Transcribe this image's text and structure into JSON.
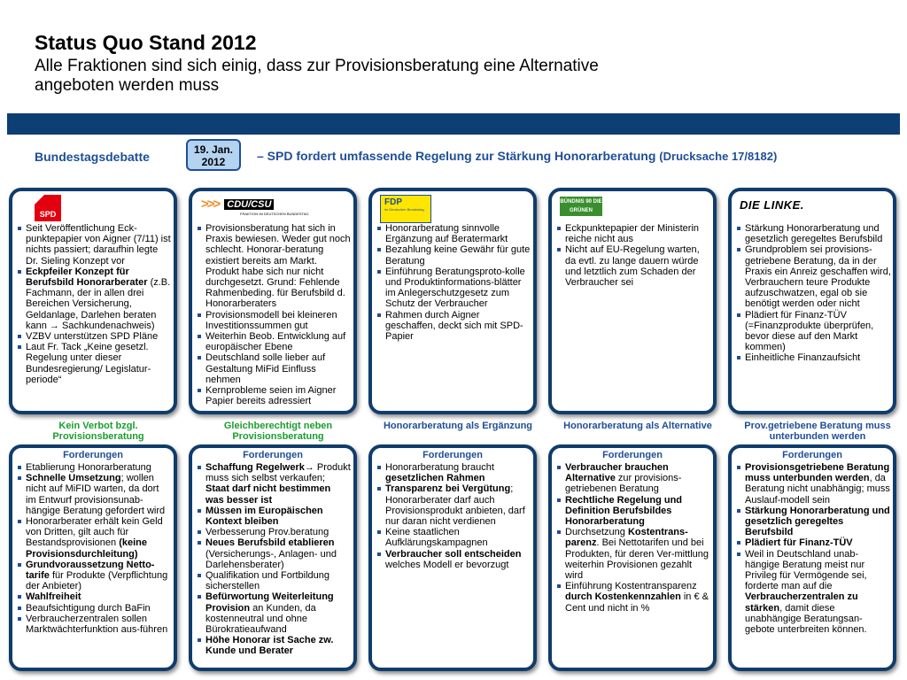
{
  "title": "Status Quo Stand 2012",
  "subtitle": "Alle Fraktionen sind sich einig, dass zur Provisionsberatung eine Alternative angeboten werden muss",
  "debate": {
    "label": "Bundestagsdebatte",
    "date_line1": "19. Jan.",
    "date_line2": "2012",
    "headline": "– SPD fordert umfassende Regelung zur Stärkung Honorarberatung",
    "reference": "(Drucksache 17/8182)"
  },
  "colors": {
    "accent": "#1f4e97",
    "bar": "#0d3e74",
    "card_border": "#103c6c",
    "label_green": "#1a9e2e",
    "datebox_fill": "#b4d3f0"
  },
  "parties": [
    {
      "logo": "SPD",
      "items": [
        [
          {
            "t": "Seit Veröffentlichung Eck-punktepapier von Aigner (7/11) ist nichts passiert; daraufhin legte Dr. Sieling Konzept vor"
          }
        ],
        [
          {
            "t": "Eckpfeiler Konzept für Berufsbild Honorarberater",
            "b": true
          },
          {
            "t": " (z.B. Fachmann, der in allen drei Bereichen Versicherung, Geldanlage, Darlehen beraten kann → Sachkundenachweis)"
          }
        ],
        [
          {
            "t": "VZBV unterstützen SPD Pläne"
          }
        ],
        [
          {
            "t": "Laut Fr. Tack „Keine gesetzl. Regelung unter dieser Bundesregierung/ Legislatur-periode“"
          }
        ]
      ],
      "label": "Kein Verbot bzgl. Provisionsberatung",
      "forderungen": [
        [
          {
            "t": "Etablierung Honorarberatung"
          }
        ],
        [
          {
            "t": "Schnelle Umsetzung",
            "b": true
          },
          {
            "t": "; wollen nicht auf MiFID warten, da dort im  Entwurf provisionsunab-hängige Beratung gefordert wird"
          }
        ],
        [
          {
            "t": "Honorarberater erhält kein Geld von Dritten, gilt auch für Bestandsprovisionen "
          },
          {
            "t": "(keine Provisionsdurchleitung)",
            "b": true
          }
        ],
        [
          {
            "t": "Grundvoraussetzung Netto-tarife",
            "b": true
          },
          {
            "t": " für Produkte (Verpflichtung der Anbieter)"
          }
        ],
        [
          {
            "t": "Wahlfreiheit",
            "b": true
          }
        ],
        [
          {
            "t": "Beaufsichtigung durch BaFin"
          }
        ],
        [
          {
            "t": "Verbraucherzentralen sollen Marktwächterfunktion aus-führen"
          }
        ]
      ]
    },
    {
      "logo": "CDU/CSU",
      "logo_sub": "FRAKTION IM DEUTSCHEN BUNDESTAG",
      "items": [
        [
          {
            "t": "Provisionsberatung hat sich in Praxis bewiesen. Weder gut noch schlecht. Honorar-beratung existiert bereits am Markt. Produkt habe sich nur nicht durchgesetzt. Grund: Fehlende Rahmenbeding. für Berufsbild d. Honorarberaters"
          }
        ],
        [
          {
            "t": "Provisionsmodell bei kleineren Investitionssummen gut"
          }
        ],
        [
          {
            "t": "Weiterhin Beob. Entwicklung auf europäischer Ebene"
          }
        ],
        [
          {
            "t": "Deutschland solle lieber auf Gestaltung MiFid Einfluss nehmen"
          }
        ],
        [
          {
            "t": "Kernprobleme seien im Aigner Papier bereits adressiert"
          }
        ]
      ],
      "label": "Gleichberechtigt neben Provisionsberatung",
      "forderungen": [
        [
          {
            "t": "Schaffung Regelwerk→",
            "b": true
          },
          {
            "t": " Produkt muss sich selbst verkaufen; "
          },
          {
            "t": "Staat darf nicht bestimmen was besser ist",
            "b": true
          }
        ],
        [
          {
            "t": "Müssen im Europäischen Kontext bleiben",
            "b": true
          }
        ],
        [
          {
            "t": "Verbesserung Prov.beratung"
          }
        ],
        [
          {
            "t": "Neues Berufsbild etablieren",
            "b": true
          },
          {
            "t": " (Versicherungs-, Anlagen- und Darlehensberater)"
          }
        ],
        [
          {
            "t": "Qualifikation und Fortbildung sicherstellen"
          }
        ],
        [
          {
            "t": "Befürwortung Weiterleitung Provision",
            "b": true
          },
          {
            "t": " an Kunden, da kostenneutral und ohne Bürokratieaufwand"
          }
        ],
        [
          {
            "t": "Höhe Honorar ist Sache zw. Kunde und Berater",
            "b": true
          }
        ]
      ]
    },
    {
      "logo": "FDP",
      "logo_sub": "im Deutschen Bundestag",
      "items": [
        [
          {
            "t": "Honorarberatung sinnvolle Ergänzung auf Beratermarkt"
          }
        ],
        [
          {
            "t": "Bezahlung keine Gewähr für gute Beratung"
          }
        ],
        [
          {
            "t": "Einführung Beratungsproto-kolle und Produktinformations-blätter im Anlegerschutzgesetz zum Schutz der Verbraucher"
          }
        ],
        [
          {
            "t": "Rahmen durch Aigner geschaffen, deckt sich mit SPD-Papier"
          }
        ]
      ],
      "label": "Honorarberatung als Ergänzung",
      "forderungen": [
        [
          {
            "t": "Honorarberatung braucht "
          },
          {
            "t": "gesetzlichen Rahmen",
            "b": true
          }
        ],
        [
          {
            "t": "Transparenz bei Vergütung",
            "b": true
          },
          {
            "t": "; Honorarberater darf auch Provisionsprodukt anbieten, darf nur daran nicht verdienen"
          }
        ],
        [
          {
            "t": "Keine staatlichen Aufklärungskampagnen"
          }
        ],
        [
          {
            "t": "Verbraucher soll entscheiden",
            "b": true
          },
          {
            "t": " welches Modell er bevorzugt"
          }
        ]
      ]
    },
    {
      "logo": "BÜNDNIS 90 DIE GRÜNEN",
      "items": [
        [
          {
            "t": "Eckpunktepapier der Ministerin reiche nicht aus"
          }
        ],
        [
          {
            "t": "Nicht auf EU-Regelung warten, da evtl. zu lange dauern würde und letztlich zum Schaden der Verbraucher sei"
          }
        ]
      ],
      "label": "Honorarberatung als Alternative",
      "forderungen": [
        [
          {
            "t": "Verbraucher brauchen Alternative",
            "b": true
          },
          {
            "t": " zur provisions-getriebenen Beratung"
          }
        ],
        [
          {
            "t": "Rechtliche Regelung und Definition Berufsbildes Honorarberatung",
            "b": true
          }
        ],
        [
          {
            "t": "Durchsetzung "
          },
          {
            "t": "Kostentrans-parenz",
            "b": true
          },
          {
            "t": ". Bei Nettotarifen und bei Produkten, für deren Ver-mittlung weiterhin Provisionen gezahlt wird"
          }
        ],
        [
          {
            "t": "Einführung Kostentransparenz "
          },
          {
            "t": "durch Kostenkennzahlen",
            "b": true
          },
          {
            "t": " in € & Cent und nicht in %"
          }
        ]
      ]
    },
    {
      "logo": "DIE LINKE.",
      "items": [
        [
          {
            "t": "Stärkung Honorarberatung und gesetzlich geregeltes Berufsbild"
          }
        ],
        [
          {
            "t": "Grundproblem sei provisions-getriebene Beratung, da in der Praxis ein Anreiz geschaffen wird, Verbrauchern teure Produkte aufzuschwatzen, egal ob sie benötigt werden oder nicht"
          }
        ],
        [
          {
            "t": "Plädiert für Finanz-TÜV (=Finanzprodukte überprüfen, bevor diese auf den Markt kommen)"
          }
        ],
        [
          {
            "t": "Einheitliche Finanzaufsicht"
          }
        ]
      ],
      "label": "Prov.getriebene Beratung muss unterbunden werden",
      "forderungen": [
        [
          {
            "t": "Provisionsgetriebene Beratung muss unterbunden werden",
            "b": true
          },
          {
            "t": ", da Beratung nicht unabhängig; muss Auslauf-modell sein"
          }
        ],
        [
          {
            "t": "Stärkung Honorarberatung und gesetzlich geregeltes Berufsbild",
            "b": true
          }
        ],
        [
          {
            "t": "Plädiert für Finanz-TÜV",
            "b": true
          }
        ],
        [
          {
            "t": "Weil in Deutschland unab-hängige Beratung meist nur Privileg für Vermögende sei, forderte man auf die "
          },
          {
            "t": "Verbraucherzentralen zu stärken",
            "b": true
          },
          {
            "t": ", damit diese unabhängige Beratungsan-gebote unterbreiten können."
          }
        ]
      ]
    }
  ],
  "forderungen_title": "Forderungen"
}
